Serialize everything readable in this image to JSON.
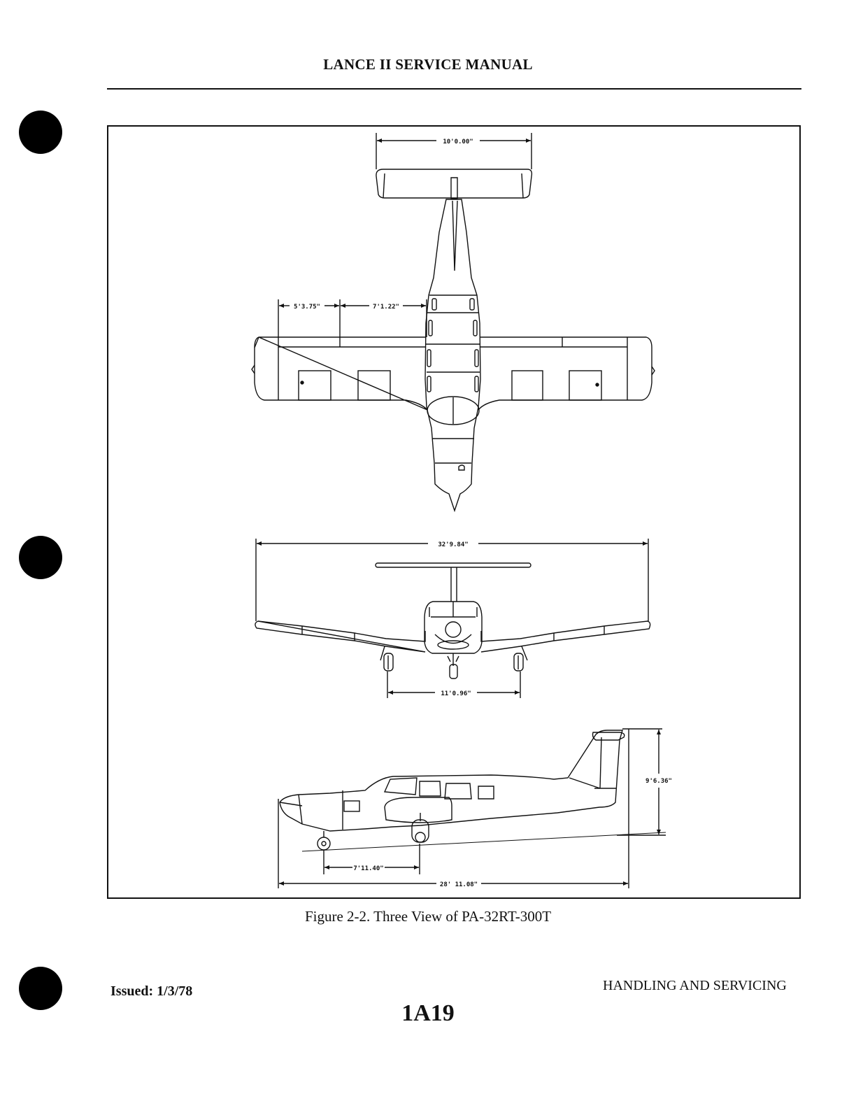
{
  "header": {
    "title": "LANCE II SERVICE MANUAL"
  },
  "figure": {
    "caption": "Figure 2-2.  Three View of PA-32RT-300T",
    "dimensions": {
      "stabilator_span": "10'0.00\"",
      "flap_span": "5'3.75\"",
      "aileron_span": "7'1.22\"",
      "wing_span": "32'9.84\"",
      "wheel_track": "11'0.96\"",
      "height": "9'6.36\"",
      "wheel_base": "7'11.40\"",
      "length": "28' 11.08\""
    }
  },
  "footer": {
    "issued": "Issued: 1/3/78",
    "section": "HANDLING AND SERVICING",
    "page_number": "1A19"
  }
}
